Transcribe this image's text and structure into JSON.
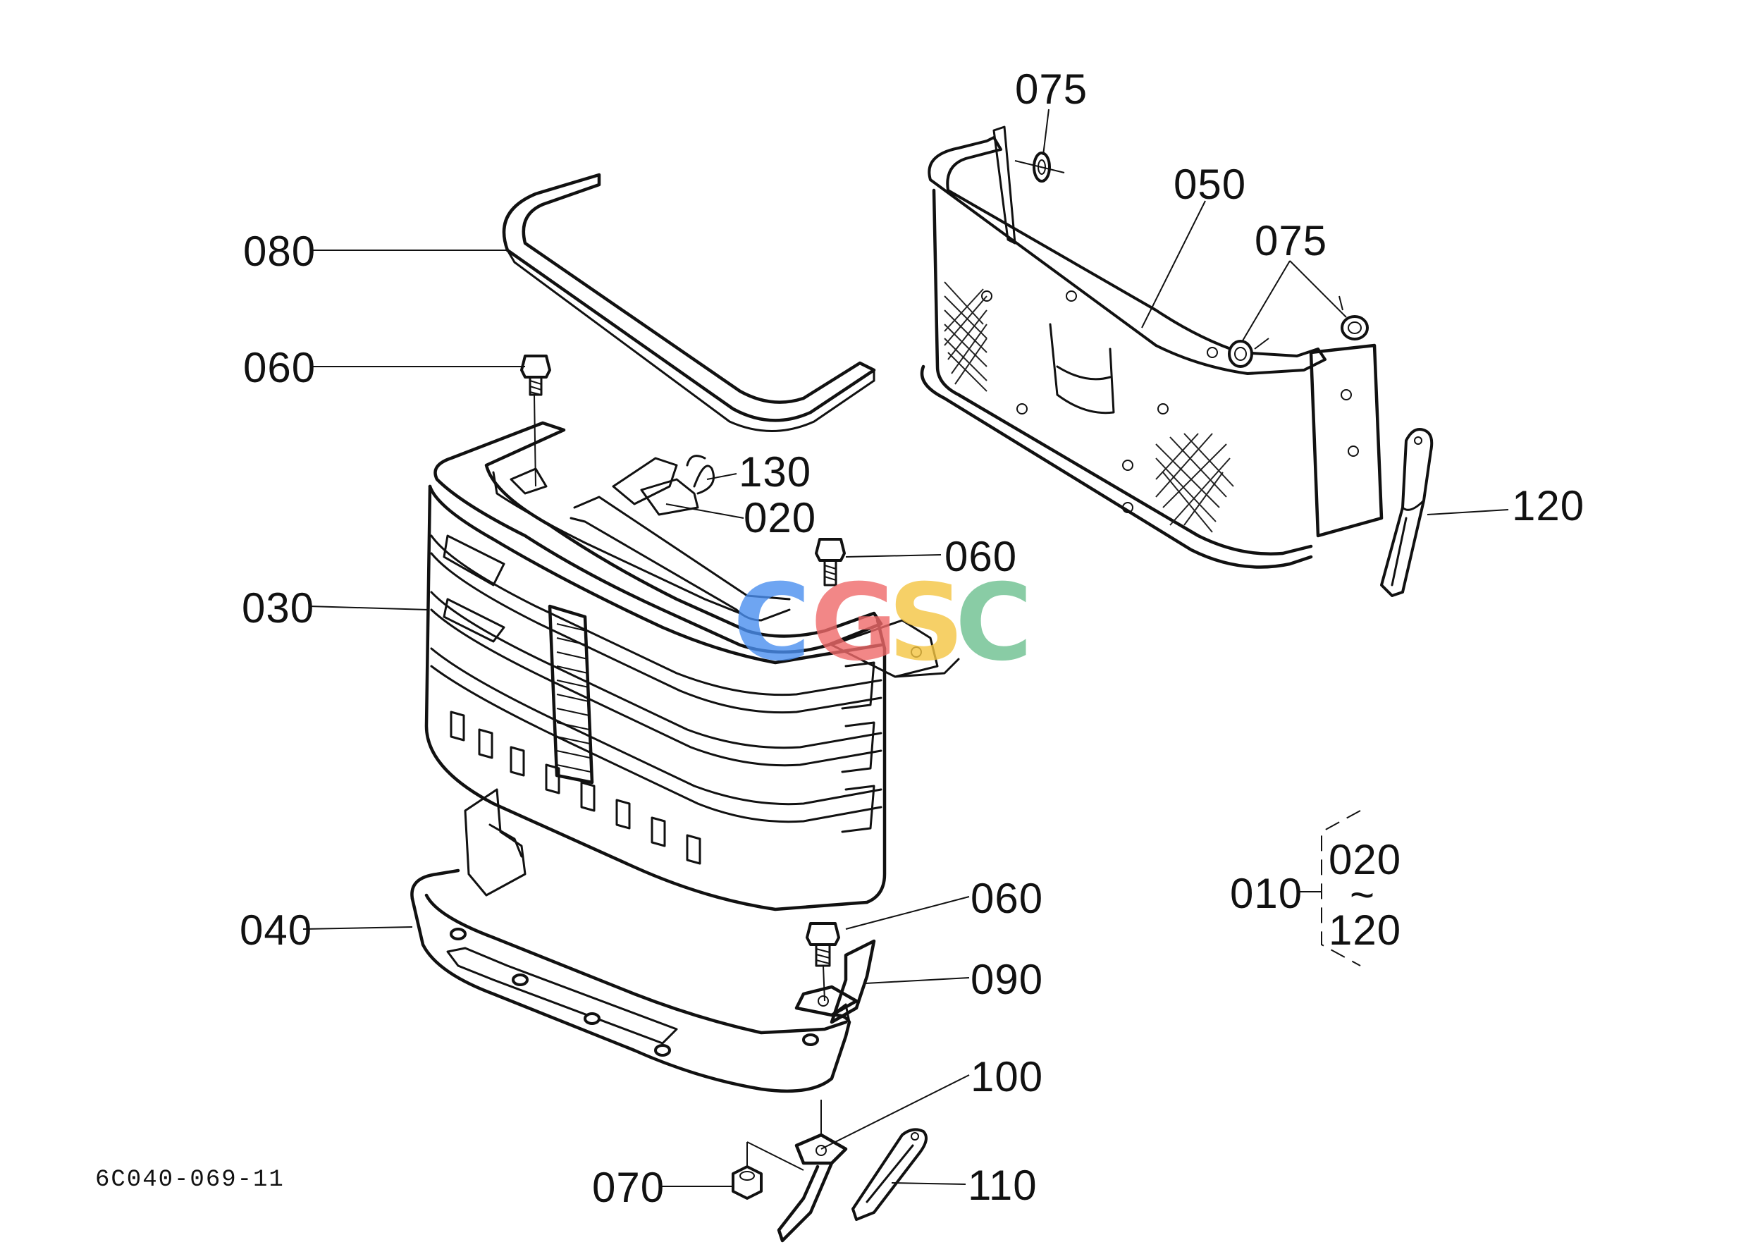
{
  "diagram": {
    "figure_code": "6C040-069-11",
    "callouts": {
      "p075_top": "075",
      "p050": "050",
      "p075_right": "075",
      "p080": "080",
      "p060_left": "060",
      "p130": "130",
      "p020": "020",
      "p060_mid": "060",
      "p120": "120",
      "p030": "030",
      "p060_low": "060",
      "p040": "040",
      "p090": "090",
      "p100": "100",
      "p070": "070",
      "p110": "110"
    },
    "assembly_group": {
      "label": "010",
      "from": "020",
      "tilde": "~",
      "to": "120"
    },
    "watermark": {
      "letters": [
        "C",
        "G",
        "S",
        "C"
      ],
      "colors": [
        "#4a8ff0",
        "#f06a6a",
        "#f5c542",
        "#6cc08f"
      ]
    }
  }
}
